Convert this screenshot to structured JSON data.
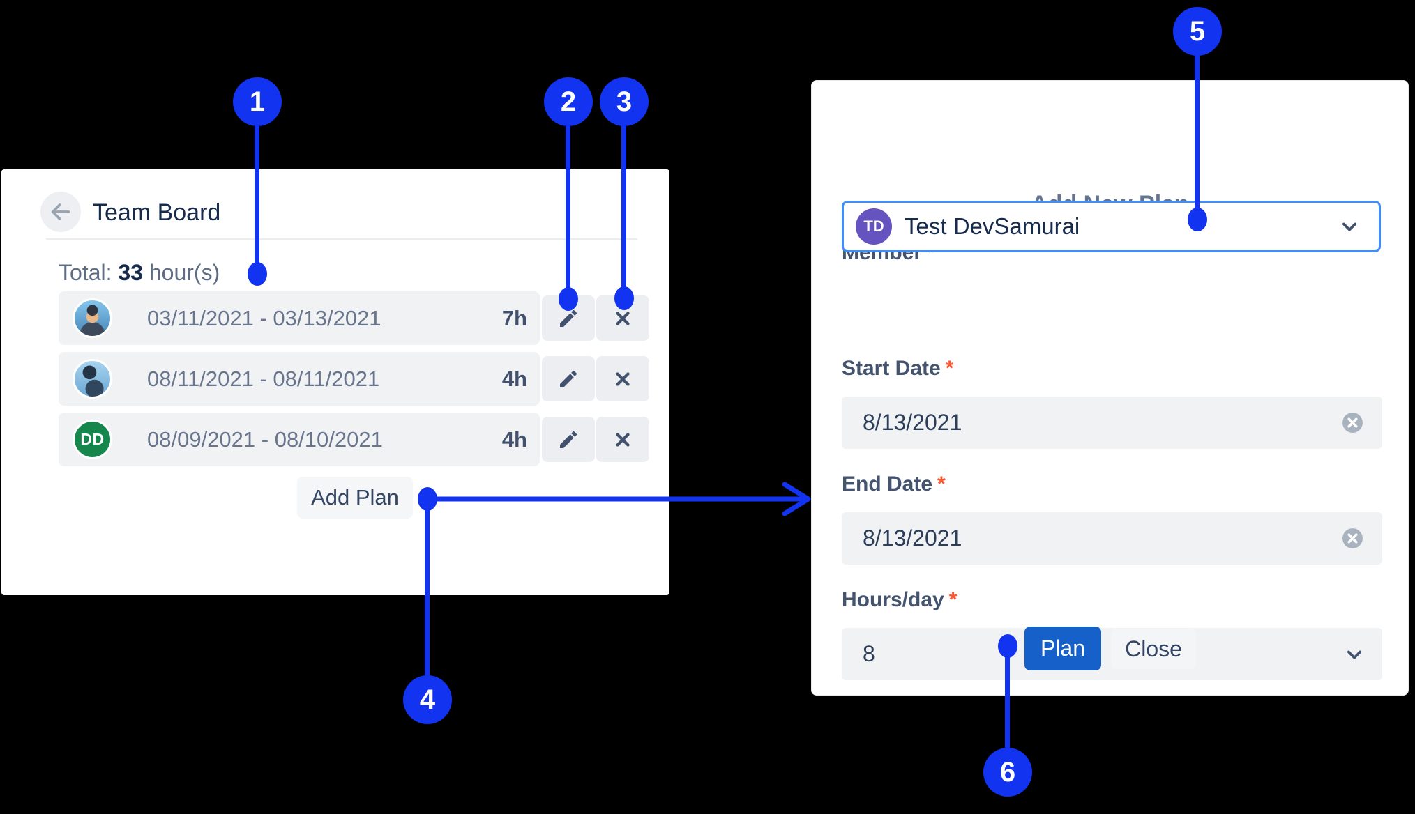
{
  "colors": {
    "annotation_blue": "#1233f0",
    "plan_button_blue": "#1660c9",
    "member_border_blue": "#3f8efb",
    "avatar_purple": "#6554c0",
    "avatar_green": "#15874d",
    "required_red": "#fc5630",
    "panel_bg": "#ffffff",
    "row_bg": "#f1f2f4",
    "page_bg": "#000000"
  },
  "annotations": {
    "badges": [
      "1",
      "2",
      "3",
      "4",
      "5",
      "6"
    ]
  },
  "team_board": {
    "title": "Team Board",
    "total": {
      "label": "Total:",
      "value": "33",
      "suffix": "hour(s)"
    },
    "rows": [
      {
        "avatar": "photo-member-1",
        "date_range": "03/11/2021 - 03/13/2021",
        "hours": "7h"
      },
      {
        "avatar": "photo-member-2",
        "date_range": "08/11/2021 - 08/11/2021",
        "hours": "4h"
      },
      {
        "avatar": "initials",
        "initials": "DD",
        "date_range": "08/09/2021 - 08/10/2021",
        "hours": "4h"
      }
    ],
    "add_plan_button": "Add Plan"
  },
  "add_new_plan": {
    "title": "Add New Plan",
    "required_marker": "*",
    "member": {
      "label": "Member",
      "value": "Test DevSamurai",
      "avatar_initials": "TD"
    },
    "start_date": {
      "label": "Start Date",
      "value": "8/13/2021"
    },
    "end_date": {
      "label": "End Date",
      "value": "8/13/2021"
    },
    "hours_per_day": {
      "label": "Hours/day",
      "value": "8"
    },
    "buttons": {
      "plan": "Plan",
      "close": "Close"
    }
  }
}
